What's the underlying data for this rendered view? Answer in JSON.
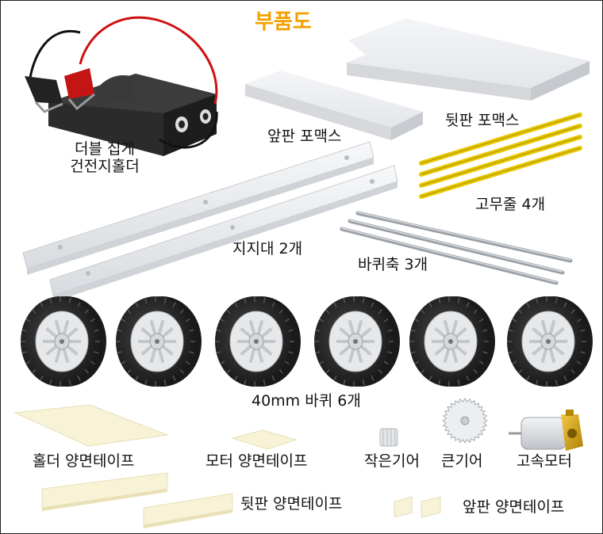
{
  "title": "부품도",
  "labels": {
    "battery_holder_line1": "더블 집게",
    "battery_holder_line2": "건전지홀더",
    "front_plate": "앞판 포맥스",
    "back_plate": "뒷판 포맥스",
    "rubber_band": "고무줄 4개",
    "support": "지지대 2개",
    "axle": "바퀴축 3개",
    "wheel": "40mm 바퀴 6개",
    "holder_tape": "홀더 양면테이프",
    "motor_tape": "모터 양면테이프",
    "small_gear": "작은기어",
    "big_gear": "큰기어",
    "motor": "고속모터",
    "back_tape": "뒷판 양면테이프",
    "front_tape": "앞판 양면테이프"
  },
  "colors": {
    "title": "#f5a000",
    "tape": "#f8f3d6",
    "rubber_band": "#e8c800",
    "tire": "#2a2a2a",
    "rim": "#e6e8ea",
    "plate": "#ecedf0",
    "motor_gold": "#d9a400"
  }
}
